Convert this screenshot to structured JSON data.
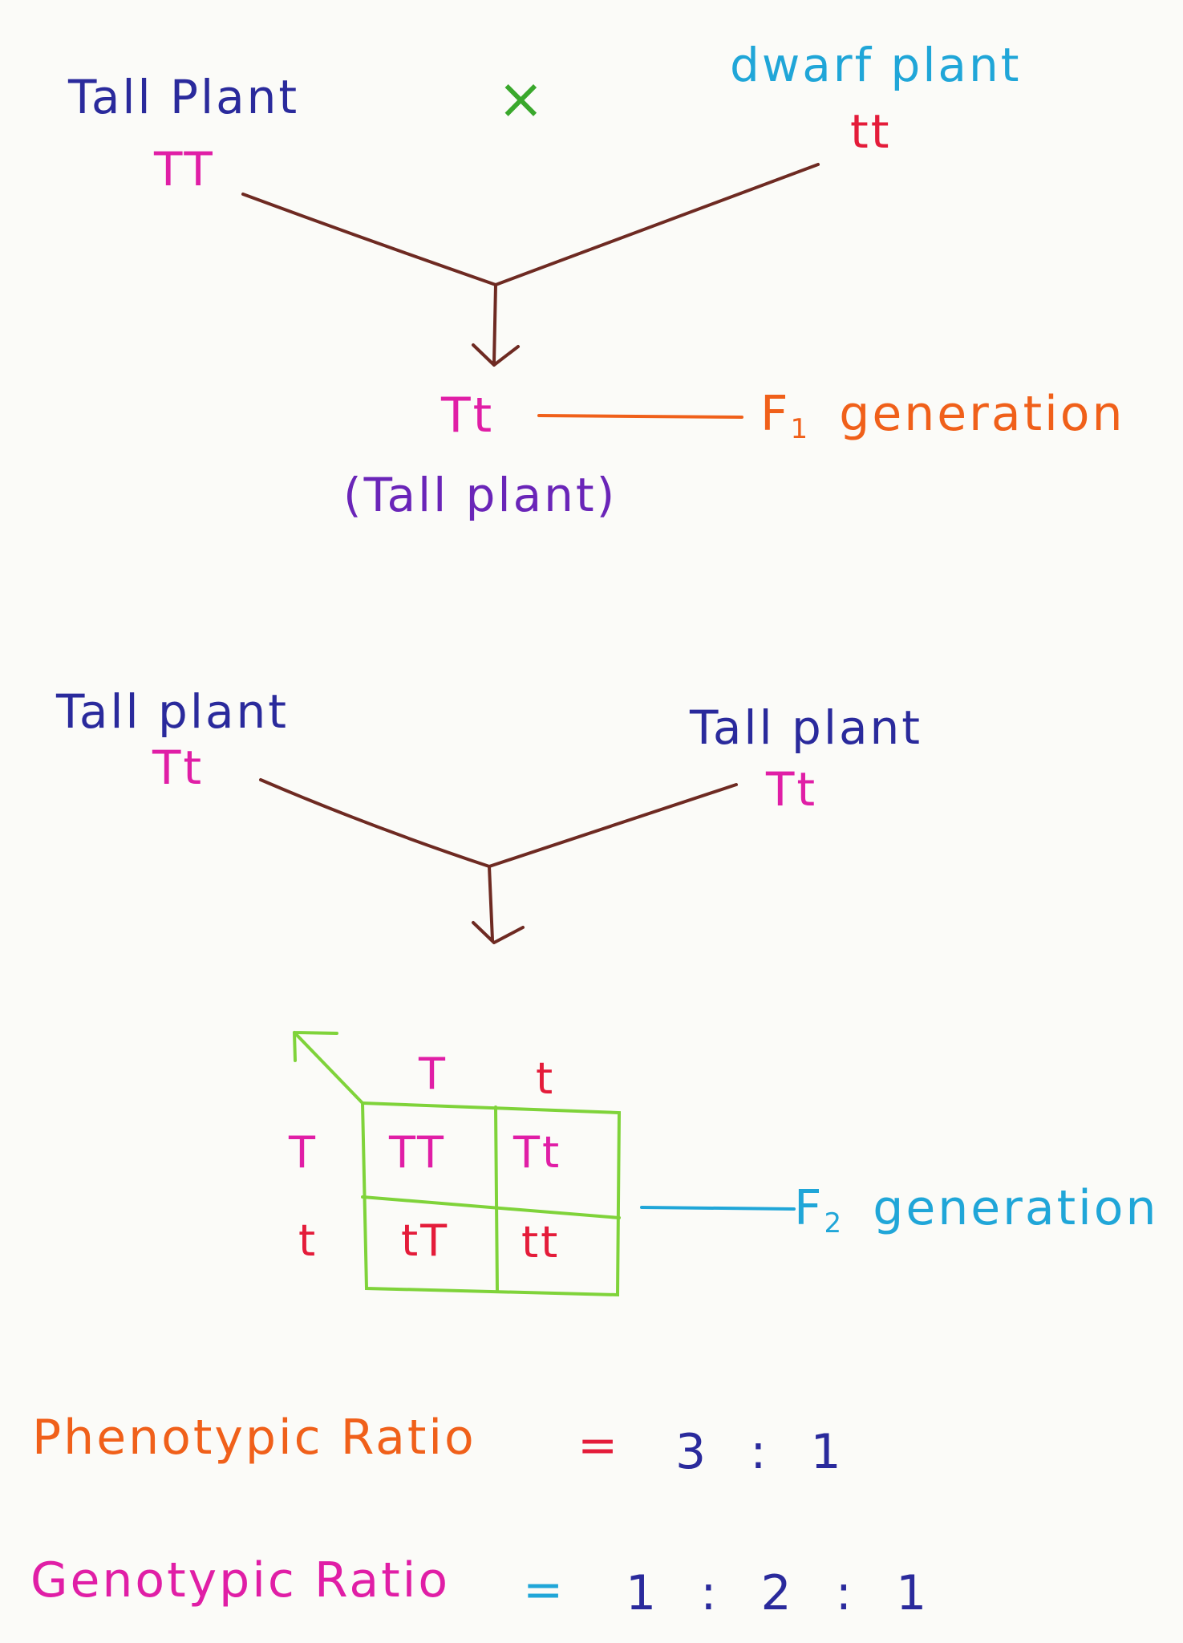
{
  "colors": {
    "blue": "#2a2a9c",
    "cyan": "#20a6d8",
    "pink": "#e01ea6",
    "red": "#e41c3a",
    "orange": "#f0601a",
    "purple": "#6a25b8",
    "brown": "#6e2a22",
    "green": "#7fd33a"
  },
  "cross1": {
    "parent1_label": "Tall Plant",
    "parent1_genotype": "TT",
    "cross_symbol": "×",
    "parent2_label": "dwarf plant",
    "parent2_genotype": "tt",
    "offspring_genotype": "Tt",
    "offspring_phenotype": "(Tall plant)",
    "generation_label_prefix": "F",
    "generation_label_sub": "1",
    "generation_label_word": "generation"
  },
  "cross2": {
    "parent1_label": "Tall plant",
    "parent1_genotype": "Tt",
    "parent2_label": "Tall plant",
    "parent2_genotype": "Tt",
    "generation_label_prefix": "F",
    "generation_label_sub": "2",
    "generation_label_word": "generation"
  },
  "punnett": {
    "col_headers": [
      "T",
      "t"
    ],
    "row_headers": [
      "T",
      "t"
    ],
    "cells": [
      [
        "TT",
        "Tt"
      ],
      [
        "tT",
        "tt"
      ]
    ]
  },
  "ratios": {
    "phenotypic_label": "Phenotypic Ratio",
    "phenotypic_equals": "=",
    "phenotypic_value": "3 : 1",
    "genotypic_label": "Genotypic Ratio",
    "genotypic_equals": "=",
    "genotypic_value": "1 : 2 : 1"
  }
}
